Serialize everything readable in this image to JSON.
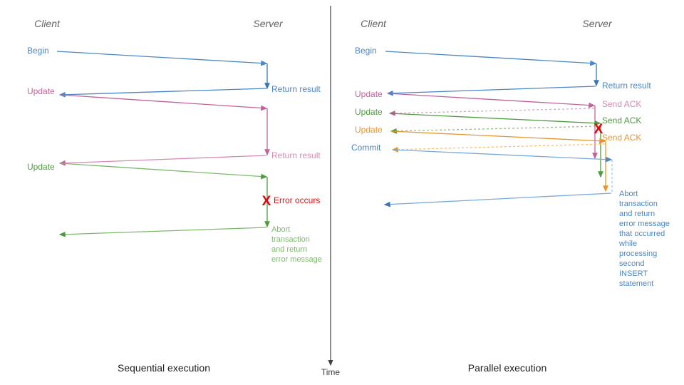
{
  "diagram": {
    "title": "Sequential vs Parallel execution sequence diagram",
    "time_axis_label": "Time",
    "colors": {
      "blue": "#4a86c8",
      "blue_dark": "#3a76b8",
      "pink": "#c2629a",
      "pink_light": "#dca3c4",
      "green": "#4e9a3e",
      "green_light": "#8cc47c",
      "orange": "#e8952e",
      "orange_light": "#f4bf76",
      "red": "#e8000d",
      "gray": "#5f6368",
      "black": "#202124"
    }
  },
  "left_panel": {
    "caption": "Sequential execution",
    "actors": {
      "client": "Client",
      "server": "Server"
    },
    "messages": [
      {
        "id": "begin",
        "label": "Begin",
        "color": "blue",
        "side": "client"
      },
      {
        "id": "return-1",
        "label": "Return result",
        "color": "blue",
        "side": "server"
      },
      {
        "id": "update-1",
        "label": "Update",
        "color": "pink",
        "side": "client"
      },
      {
        "id": "return-2",
        "label": "Return result",
        "color": "pink",
        "side": "server"
      },
      {
        "id": "update-2",
        "label": "Update",
        "color": "green",
        "side": "client"
      },
      {
        "id": "error",
        "label": "Error occurs",
        "color": "red",
        "side": "server"
      }
    ],
    "abort_note": {
      "color": "green",
      "lines": [
        "Abort",
        "transaction",
        "and return",
        "error message"
      ]
    }
  },
  "right_panel": {
    "caption": "Parallel execution",
    "actors": {
      "client": "Client",
      "server": "Server"
    },
    "messages": [
      {
        "id": "begin",
        "label": "Begin",
        "color": "blue",
        "side": "client"
      },
      {
        "id": "return-1",
        "label": "Return result",
        "color": "blue",
        "side": "server"
      },
      {
        "id": "update-1",
        "label": "Update",
        "color": "pink",
        "side": "client"
      },
      {
        "id": "ack-1",
        "label": "Send ACK",
        "color": "pink",
        "side": "server"
      },
      {
        "id": "update-2",
        "label": "Update",
        "color": "green",
        "side": "client"
      },
      {
        "id": "ack-2",
        "label": "Send ACK",
        "color": "green",
        "side": "server"
      },
      {
        "id": "update-3",
        "label": "Update",
        "color": "orange",
        "side": "client"
      },
      {
        "id": "ack-3",
        "label": "Send ACK",
        "color": "orange",
        "side": "server"
      },
      {
        "id": "commit",
        "label": "Commit",
        "color": "blue",
        "side": "client"
      }
    ],
    "error_marker": {
      "glyph": "X",
      "color": "red"
    },
    "abort_note": {
      "color": "blue",
      "lines": [
        "Abort",
        "transaction",
        "and return",
        "error message",
        "that occurred",
        "while",
        "processing",
        "second",
        "INSERT",
        "statement"
      ]
    }
  }
}
